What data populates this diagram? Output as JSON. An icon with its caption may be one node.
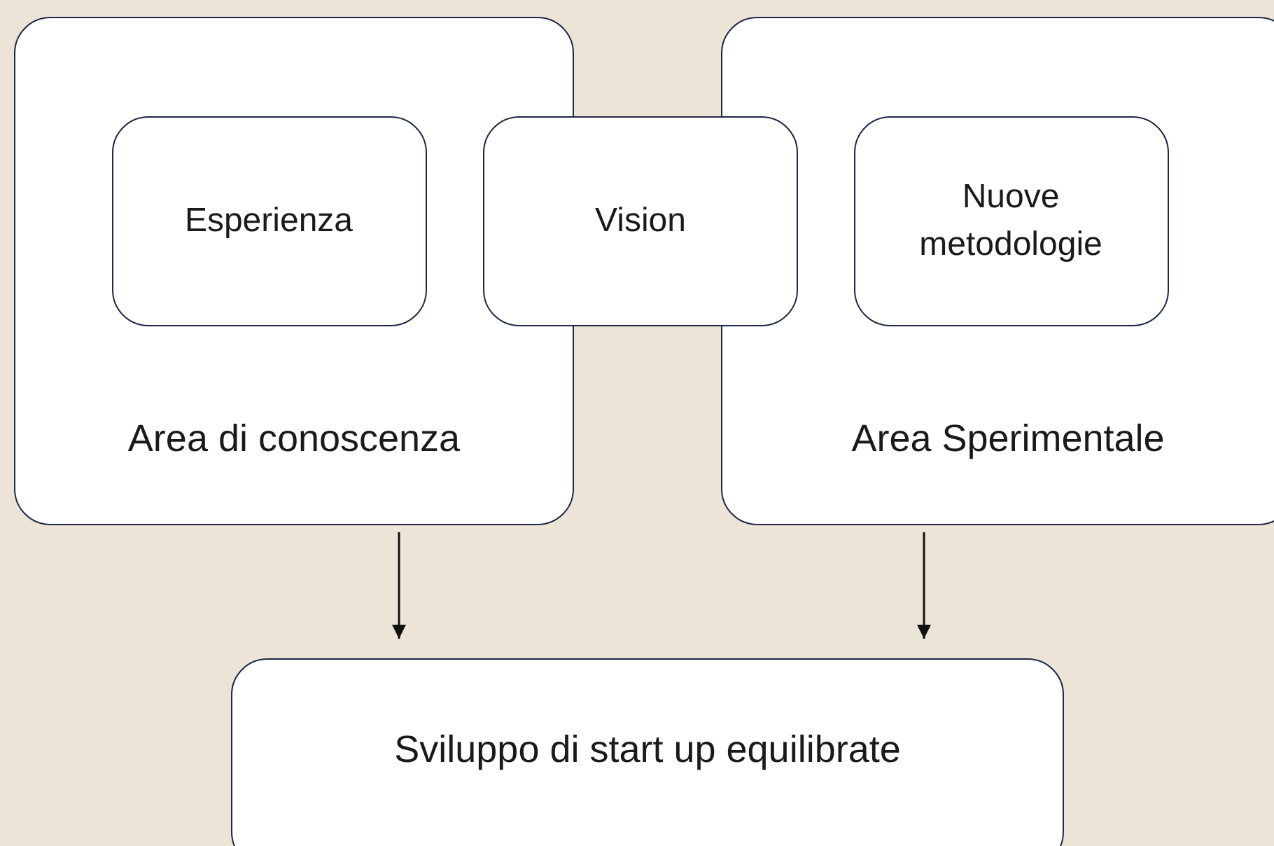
{
  "diagram": {
    "nodes": [
      {
        "text": [
          "Area di conoscenza"
        ]
      },
      {
        "text": [
          "Esperienza"
        ],
        "in": 0
      },
      {
        "text": [
          "Vision"
        ]
      },
      {
        "text": [
          "Area Sperimentale"
        ]
      },
      {
        "text": [
          "Nuove metodologie"
        ],
        "in": 3
      },
      {
        "text": [
          "Sviluppo di start up equilibrate"
        ]
      }
    ],
    "edges": [
      {
        "from": 0,
        "to": 5,
        "arrow": "to"
      },
      {
        "from": 3,
        "to": 5,
        "arrow": "to"
      }
    ]
  }
}
